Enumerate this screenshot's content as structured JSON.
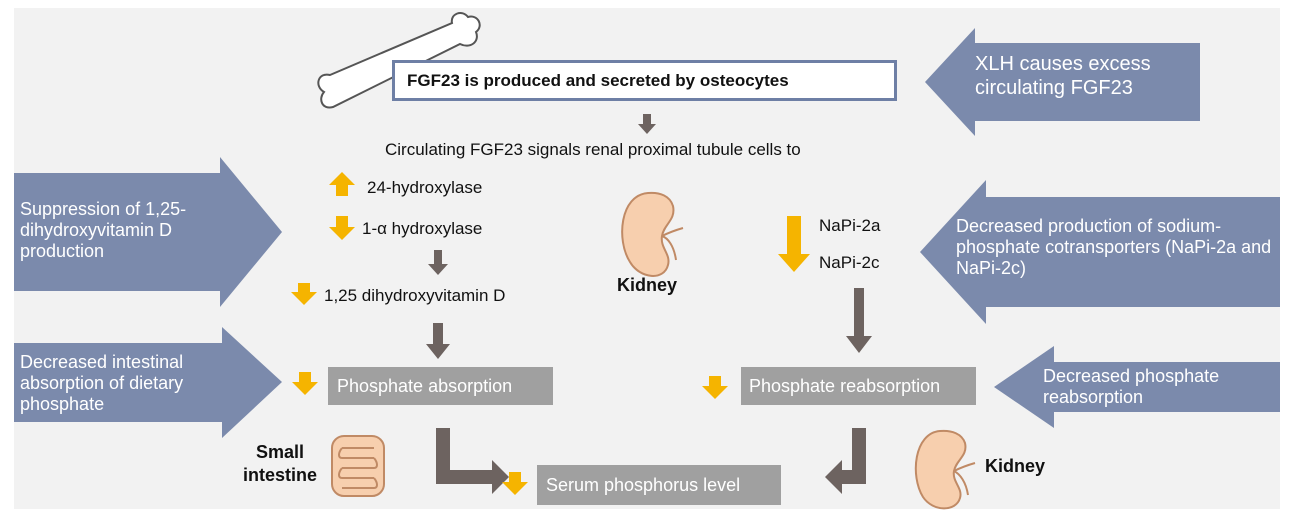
{
  "header": {
    "fgf23_produced": "FGF23 is produced and secreted by osteocytes",
    "xlh_causes": "XLH causes excess circulating FGF23",
    "circulating_signals": "Circulating FGF23 signals renal proximal tubule cells to"
  },
  "left_branch": {
    "hydroxylase_24": "24-hydroxylase",
    "hydroxylase_1a": "1-α hydroxylase",
    "dihydroxyvitamin_d": "1,25 dihydroxyvitamin D",
    "phosphate_absorption": "Phosphate absorption"
  },
  "right_branch": {
    "napi_2a": "NaPi-2a",
    "napi_2c": "NaPi-2c",
    "phosphate_reabsorption": "Phosphate reabsorption"
  },
  "callouts": {
    "suppression": "Suppression of 1,25-dihydroxyvitamin D production",
    "decreased_intestinal": "Decreased intestinal absorption of dietary phosphate",
    "decreased_production": "Decreased production of sodium-phosphate cotransporters (NaPi-2a and NaPi-2c)",
    "decreased_reabsorption": "Decreased phosphate reabsorption"
  },
  "organ_labels": {
    "kidney_center": "Kidney",
    "kidney_bottom": "Kidney",
    "small_intestine": "Small intestine"
  },
  "bottom": {
    "serum_phosphorus": "Serum phosphorus level"
  },
  "colors": {
    "callout_blue": "#7b8aac",
    "gray_box": "#a0a0a0",
    "dark_arrow": "#6d6360",
    "yellow_arrow": "#f5b400",
    "organ_fill": "#f7cfae",
    "organ_stroke": "#c08a65"
  },
  "icons": [
    "bone-icon",
    "kidney-icon",
    "small-intestine-icon",
    "up-arrow-icon",
    "down-arrow-icon"
  ]
}
